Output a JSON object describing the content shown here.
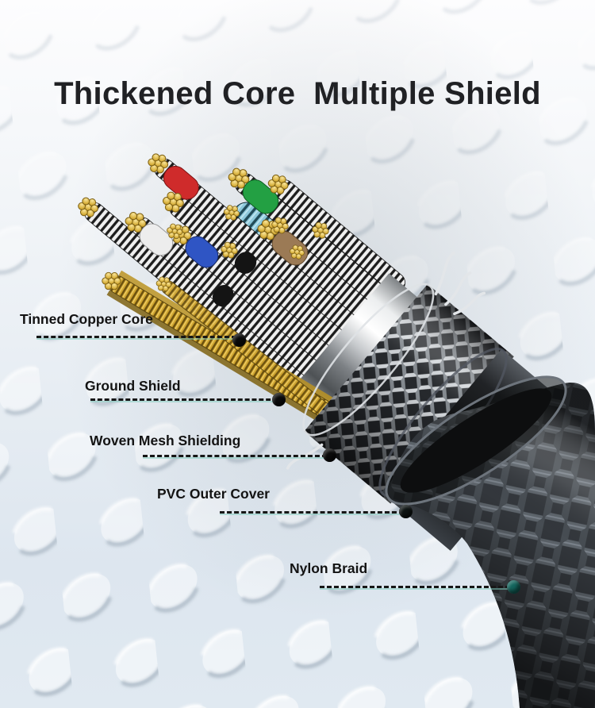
{
  "title": "Thickened Core  Multiple Shield",
  "callouts": [
    {
      "id": "tinned-copper-core",
      "text": "Tinned Copper Core",
      "dot_color": "#0b0b0b"
    },
    {
      "id": "ground-shield",
      "text": "Ground Shield",
      "dot_color": "#0b0b0b"
    },
    {
      "id": "woven-mesh-shielding",
      "text": "Woven Mesh Shielding",
      "dot_color": "#0b0b0b"
    },
    {
      "id": "pvc-outer-cover",
      "text": "PVC Outer Cover",
      "dot_color": "#0e1413"
    },
    {
      "id": "nylon-braid",
      "text": "Nylon Braid",
      "dot_color": "#14665e"
    }
  ],
  "illustration": {
    "description": "3D cutaway render of a cable: stranded tinned-copper cores with gold strand tips and red/green/brown/blue/white color sleeves, gold ground drain wires, chrome foil ground shield, silver woven mesh shielding, black PVC outer cover and grey nylon braid, on an embossed circle-textured background"
  },
  "colors": {
    "title_text": "#202124",
    "label_text": "#131313",
    "leader_dash": "#161616",
    "leader_glow": "#7dcdbe",
    "dot_black": "#0b0b0b",
    "dot_teal": "#14665e",
    "background_top": "#fdfdfe",
    "background_bottom": "#dce6ef"
  }
}
